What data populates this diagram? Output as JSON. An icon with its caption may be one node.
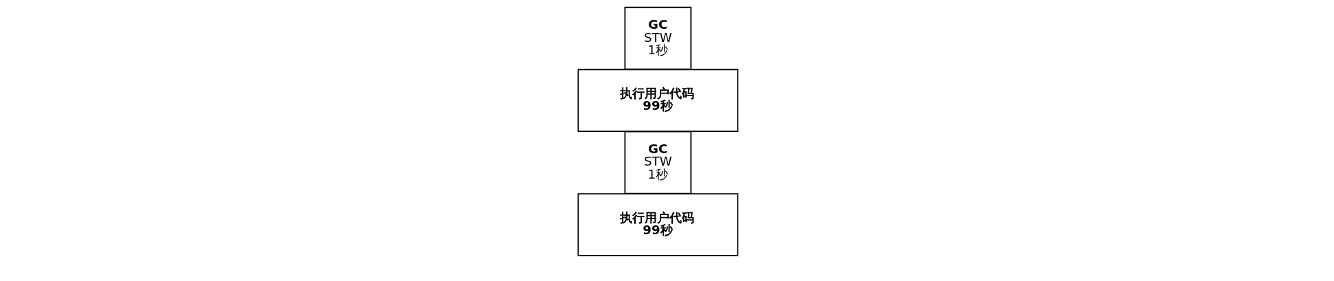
{
  "diagram": {
    "nodes": [
      {
        "text": [
          "执行用户代码 99秒"
        ]
      },
      {
        "text": [
          "GC",
          "STW 1秒"
        ]
      },
      {
        "text": [
          "执行用户代码 99秒"
        ]
      },
      {
        "text": [
          "GC",
          "STW 1秒"
        ]
      }
    ],
    "edges": []
  }
}
